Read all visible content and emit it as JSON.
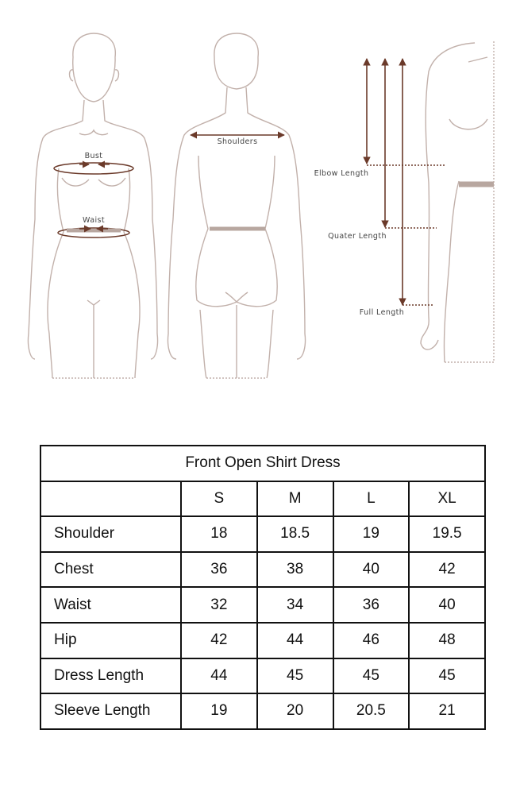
{
  "diagram": {
    "labels": {
      "bust": "Bust",
      "waist": "Waist",
      "shoulders": "Shoulders",
      "elbow_length": "Elbow Length",
      "quarter_length": "Quater Length",
      "full_length": "Full Length"
    },
    "colors": {
      "outline": "#c2b1ab",
      "arrow": "#6b3a2a",
      "band": "#b8a7a0",
      "dotted": "#6b3a2a"
    }
  },
  "size_chart": {
    "title": "Front Open Shirt Dress",
    "columns": [
      "",
      "S",
      "M",
      "L",
      "XL"
    ],
    "rows": [
      {
        "label": "Shoulder",
        "values": [
          "18",
          "18.5",
          "19",
          "19.5"
        ]
      },
      {
        "label": "Chest",
        "values": [
          "36",
          "38",
          "40",
          "42"
        ]
      },
      {
        "label": "Waist",
        "values": [
          "32",
          "34",
          "36",
          "40"
        ]
      },
      {
        "label": "Hip",
        "values": [
          "42",
          "44",
          "46",
          "48"
        ]
      },
      {
        "label": "Dress Length",
        "values": [
          "44",
          "45",
          "45",
          "45"
        ]
      },
      {
        "label": "Sleeve Length",
        "values": [
          "19",
          "20",
          "20.5",
          "21"
        ]
      }
    ]
  }
}
